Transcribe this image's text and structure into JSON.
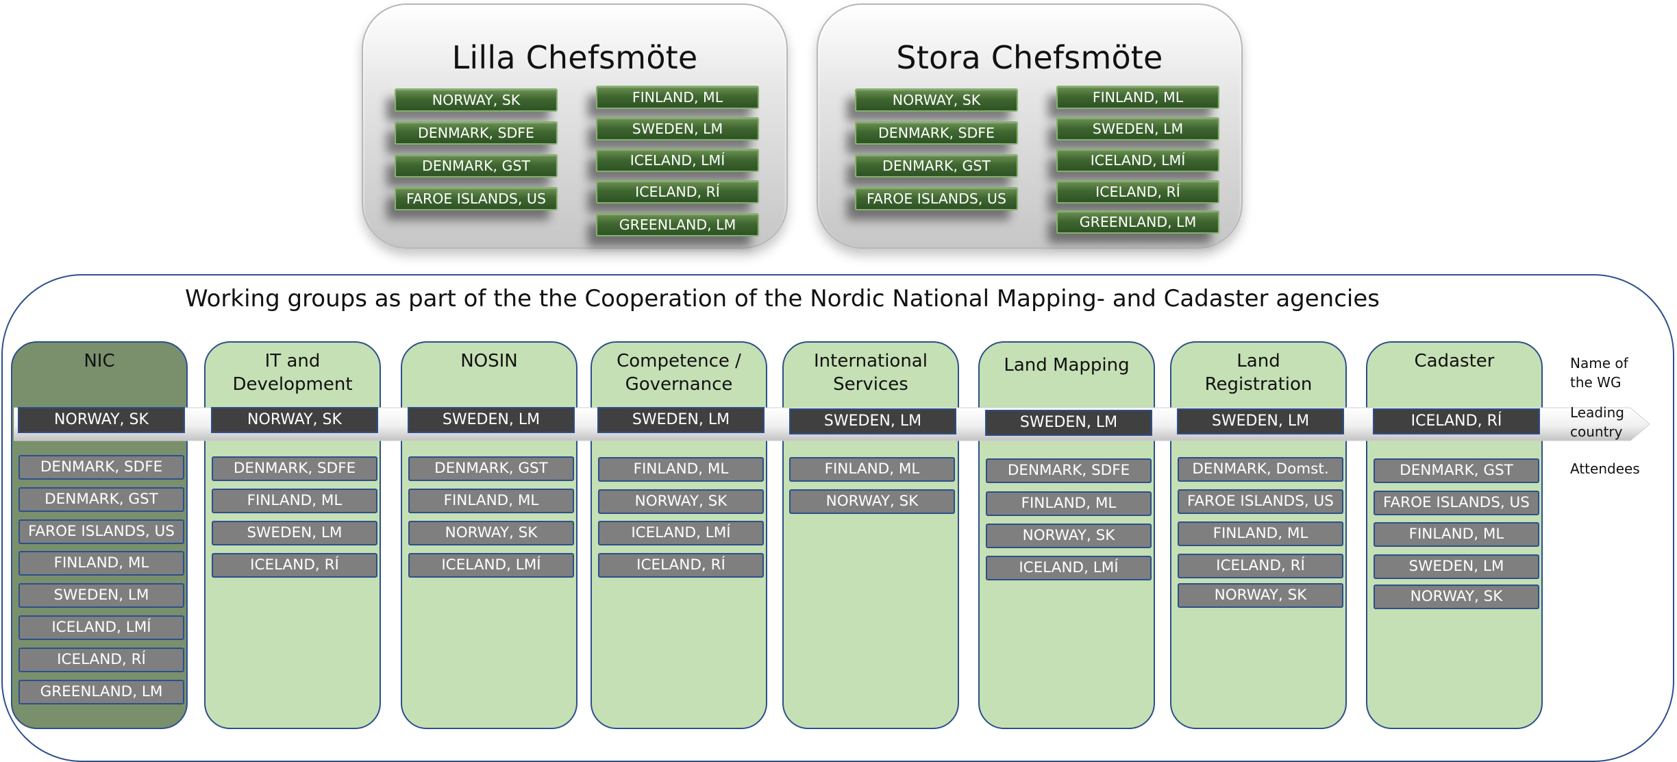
{
  "lilla": {
    "title": "Lilla Chefsmöte",
    "left": [
      "NORWAY, SK",
      "DENMARK, SDFE",
      "DENMARK, GST",
      "FAROE ISLANDS, US"
    ],
    "right": [
      "FINLAND, ML",
      "SWEDEN, LM",
      "ICELAND, LMÍ",
      "ICELAND, RÍ",
      "GREENLAND, LM"
    ]
  },
  "stora": {
    "title": "Stora Chefsmöte",
    "left": [
      "NORWAY, SK",
      "DENMARK, SDFE",
      "DENMARK, GST",
      "FAROE ISLANDS, US"
    ],
    "right": [
      "FINLAND, ML",
      "SWEDEN, LM",
      "ICELAND, LMÍ",
      "ICELAND, RÍ",
      "GREENLAND, LM"
    ]
  },
  "working": {
    "title": "Working groups as part of the the Cooperation of the Nordic National Mapping- and Cadaster agencies"
  },
  "side_labels": {
    "name_l1": "Name of",
    "name_l2": "the WG",
    "lead_l1": "Leading",
    "lead_l2": "country",
    "attendees": "Attendees"
  },
  "groups": [
    {
      "title_l1": "NIC",
      "title_l2": "",
      "lead": "NORWAY, SK",
      "attendees": [
        "DENMARK, SDFE",
        "DENMARK, GST",
        "FAROE ISLANDS, US",
        "FINLAND, ML",
        "SWEDEN, LM",
        "ICELAND, LMÍ",
        "ICELAND, RÍ",
        "GREENLAND, LM"
      ]
    },
    {
      "title_l1": "IT and",
      "title_l2": "Development",
      "lead": "NORWAY, SK",
      "attendees": [
        "DENMARK, SDFE",
        "FINLAND, ML",
        "SWEDEN, LM",
        "ICELAND, RÍ"
      ]
    },
    {
      "title_l1": "NOSIN",
      "title_l2": "",
      "lead": "SWEDEN, LM",
      "attendees": [
        "DENMARK, GST",
        "FINLAND, ML",
        "NORWAY, SK",
        "ICELAND, LMÍ"
      ]
    },
    {
      "title_l1": "Competence /",
      "title_l2": "Governance",
      "lead": "SWEDEN, LM",
      "attendees": [
        "FINLAND, ML",
        "NORWAY, SK",
        "ICELAND, LMÍ",
        "ICELAND, RÍ"
      ]
    },
    {
      "title_l1": "International",
      "title_l2": "Services",
      "lead": "SWEDEN, LM",
      "attendees": [
        "FINLAND, ML",
        "NORWAY, SK"
      ]
    },
    {
      "title_l1": "Land Mapping",
      "title_l2": "",
      "lead": "SWEDEN, LM",
      "attendees": [
        "DENMARK, SDFE",
        "FINLAND, ML",
        "NORWAY, SK",
        "ICELAND, LMÍ"
      ]
    },
    {
      "title_l1": "Land",
      "title_l2": "Registration",
      "lead": "SWEDEN, LM",
      "attendees": [
        "DENMARK, Domst.",
        "FAROE ISLANDS, US",
        "FINLAND, ML",
        "ICELAND, RÍ",
        "NORWAY, SK"
      ]
    },
    {
      "title_l1": "Cadaster",
      "title_l2": "",
      "lead": "ICELAND, RÍ",
      "attendees": [
        "DENMARK, GST",
        "FAROE ISLANDS, US",
        "FINLAND, ML",
        "SWEDEN, LM",
        "NORWAY, SK"
      ]
    }
  ]
}
